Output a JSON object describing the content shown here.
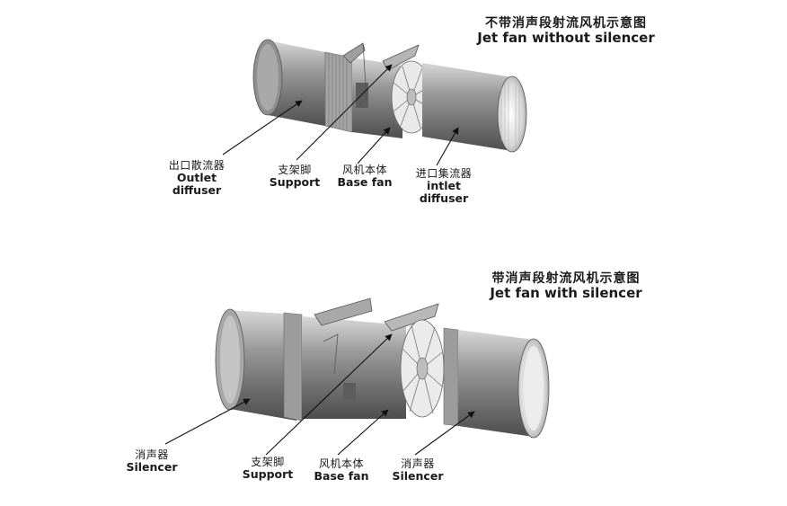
{
  "diagrams": [
    {
      "title_cn": "不带消声段射流风机示意图",
      "title_en": "Jet fan without silencer",
      "labels": [
        {
          "cn": "出口散流器",
          "en": "Outlet diffuser"
        },
        {
          "cn": "支架脚",
          "en": "Support"
        },
        {
          "cn": "风机本体",
          "en": "Base fan"
        },
        {
          "cn": "进口集流器",
          "en": "intlet diffuser"
        }
      ]
    },
    {
      "title_cn": "带消声段射流风机示意图",
      "title_en": "Jet fan with silencer",
      "labels": [
        {
          "cn": "消声器",
          "en": "Silencer"
        },
        {
          "cn": "支架脚",
          "en": "Support"
        },
        {
          "cn": "风机本体",
          "en": "Base fan"
        },
        {
          "cn": "消声器",
          "en": "Silencer"
        }
      ]
    }
  ]
}
